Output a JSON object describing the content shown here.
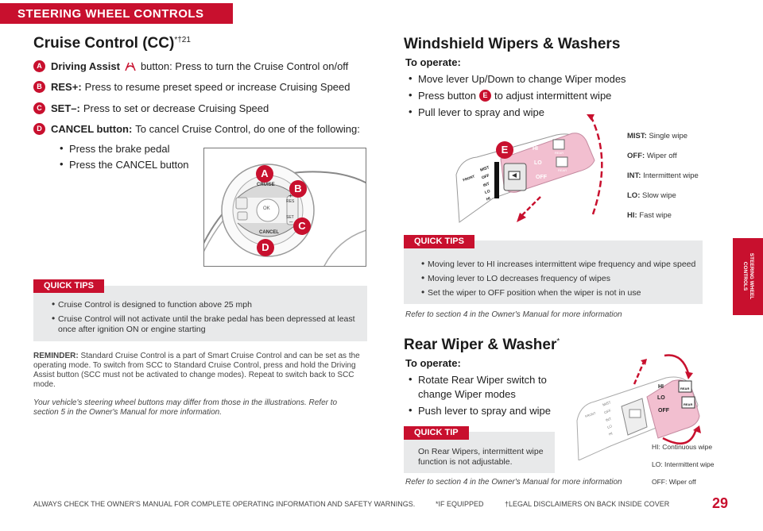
{
  "header": {
    "title": "STEERING WHEEL CONTROLS"
  },
  "side_tab": {
    "text": "STEERING WHEEL CONTROLS"
  },
  "cruise": {
    "title": "Cruise Control (CC)",
    "title_sup": "*†21",
    "items": [
      {
        "letter": "A",
        "label": "Driving Assist",
        "text": "button: Press to turn the Cruise Control on/off"
      },
      {
        "letter": "B",
        "label": "RES+:",
        "text": "Press to resume preset speed or increase Cruising Speed"
      },
      {
        "letter": "C",
        "label": "SET–:",
        "text": "Press to set or decrease Cruising Speed"
      },
      {
        "letter": "D",
        "label": "CANCEL button:",
        "text": "To cancel Cruise Control, do one of the following:"
      }
    ],
    "bullets": [
      "Press the brake pedal",
      "Press the CANCEL button"
    ],
    "wheel": {
      "cruise": "CRUISE",
      "res": "RES",
      "set": "SET",
      "cancel": "CANCEL",
      "ok": "OK",
      "plus": "+",
      "minus": "–"
    },
    "markers": [
      "A",
      "B",
      "C",
      "D"
    ],
    "tips_label": "QUICK TIPS",
    "tips": [
      "Cruise Control is designed to function above 25 mph",
      "Cruise Control will not activate until the brake pedal has been depressed at least once after ignition ON or engine starting"
    ],
    "reminder_label": "REMINDER:",
    "reminder_text": "Standard Cruise Control is a part of Smart Cruise Control and can be set as the operating mode. To switch from SCC to Standard Cruise Control, press and hold the Driving Assist button (SCC must not be activated to change modes). Repeat to switch back to SCC mode.",
    "note": "Your vehicle's steering wheel buttons may differ from those in the illustrations. Refer to section 5 in the Owner's Manual for more information."
  },
  "wipers": {
    "title": "Windshield Wipers & Washers",
    "operate_label": "To operate:",
    "bullets": [
      "Move lever Up/Down to change Wiper modes",
      "Press button",
      "to adjust intermittent wipe",
      "Pull lever to spray and wipe"
    ],
    "button_letter": "E",
    "modes": [
      {
        "key": "MIST:",
        "value": "Single wipe"
      },
      {
        "key": "OFF:",
        "value": "Wiper off"
      },
      {
        "key": "INT:",
        "value": "Intermittent wipe"
      },
      {
        "key": "LO:",
        "value": "Slow wipe"
      },
      {
        "key": "HI:",
        "value": "Fast wipe"
      }
    ],
    "lever_marks": [
      "MIST",
      "OFF",
      "INT",
      "LO",
      "HI"
    ],
    "lever_front": "FRONT",
    "switch_marks": [
      "HI",
      "LO",
      "OFF"
    ],
    "rear_word": "REAR",
    "tips_label": "QUICK TIPS",
    "tips": [
      "Moving lever to HI increases intermittent wipe frequency and wipe speed",
      "Moving lever to LO decreases frequency of wipes",
      "Set the wiper to OFF position when the wiper is not in use"
    ],
    "refer": "Refer to section 4 in the Owner's Manual for more information"
  },
  "rear": {
    "title": "Rear Wiper & Washer",
    "title_sup": "*",
    "operate_label": "To operate:",
    "bullets": [
      "Rotate Rear Wiper switch to",
      "change Wiper modes",
      "Push lever to spray and wipe"
    ],
    "tip_label": "QUICK TIP",
    "tip_text": [
      "On Rear Wipers, intermittent wipe",
      "function is not adjustable."
    ],
    "modes": [
      "HI: Continuous wipe",
      "LO: Intermittent wipe",
      "OFF: Wiper off"
    ],
    "refer": "Refer to section 4 in the Owner's Manual for more information"
  },
  "footer": {
    "warning": "ALWAYS CHECK THE OWNER'S MANUAL FOR COMPLETE OPERATING INFORMATION AND SAFETY WARNINGS.",
    "equipped": "*IF EQUIPPED",
    "legal": "†LEGAL DISCLAIMERS ON BACK INSIDE COVER",
    "page": "29"
  },
  "colors": {
    "accent": "#c8102e",
    "tips_bg": "#e8e9ea",
    "pink": "#f2bfd0"
  }
}
